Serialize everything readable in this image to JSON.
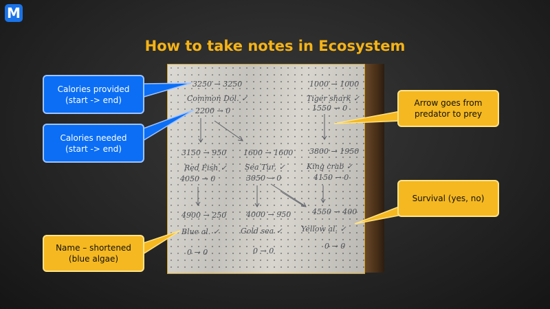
{
  "logo": {
    "letter": "M"
  },
  "title": "How to take notes in Ecosystem",
  "callouts": {
    "calories_provided": {
      "line1": "Calories provided",
      "line2": "(start -> end)"
    },
    "calories_needed": {
      "line1": "Calories needed",
      "line2": "(start -> end)"
    },
    "arrow_direction": {
      "line1": "Arrow goes from",
      "line2": "predator to prey"
    },
    "survival": {
      "line1": "Survival (yes, no)"
    },
    "name_shortened": {
      "line1": "Name – shortened",
      "line2": "(blue algae)"
    }
  },
  "notes": {
    "col1": {
      "provided": "3250 → 3250",
      "name": "Common Dol. ✓",
      "needed": "2200 → 0"
    },
    "col3": {
      "provided": "1000 → 1000",
      "name": "Tiger shark ✓",
      "needed": "1550 → 0"
    },
    "row2": {
      "a_provided": "3150 → 950",
      "b_provided": "1600 → 1600",
      "c_provided": "3800 → 1950",
      "a_name": "Red Fish ✓",
      "b_name": "Sea Tur. ✓",
      "c_name": "King crab ✓",
      "a_needed": "4050 → 0",
      "b_needed": "3050 → 0",
      "c_needed": "4150 → 0"
    },
    "row3": {
      "a_provided": "4900 → 250",
      "b_provided": "4000 → 950",
      "c_provided": "4550 → 400",
      "a_name": "Blue al. ✓",
      "b_name": "Gold sea ✓",
      "c_name": "Yellow al. ✓",
      "a_needed": "0 → 0",
      "b_needed": "0 → 0",
      "c_needed": "0 → 0"
    }
  },
  "colors": {
    "title": "#f5b316",
    "blue_callout": "#0b6ef5",
    "yellow_callout": "#f5b820",
    "logo": "#1a73e8"
  }
}
